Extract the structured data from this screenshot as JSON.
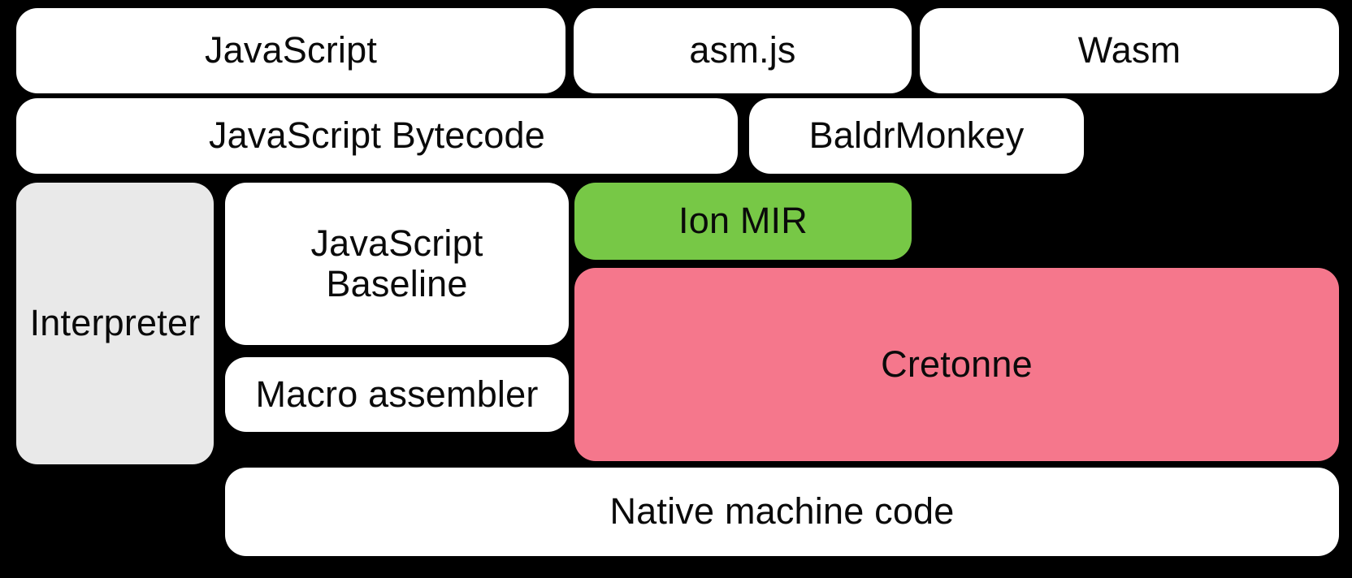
{
  "diagram": {
    "title": "SpiderMonkey compilation pipeline stack",
    "background_color": "#000000",
    "palette": {
      "white": "#ffffff",
      "gray": "#e9e9e9",
      "green": "#77c846",
      "pink": "#f5778c",
      "text": "#0a0a0a"
    },
    "rows": [
      {
        "name": "source-languages",
        "nodes": [
          {
            "id": "javascript",
            "label": "JavaScript",
            "fill": "white"
          },
          {
            "id": "asmjs",
            "label": "asm.js",
            "fill": "white"
          },
          {
            "id": "wasm",
            "label": "Wasm",
            "fill": "white"
          }
        ]
      },
      {
        "name": "front-end-representations",
        "nodes": [
          {
            "id": "js-bytecode",
            "label": "JavaScript Bytecode",
            "fill": "white"
          },
          {
            "id": "baldrmonkey",
            "label": "BaldrMonkey",
            "fill": "white"
          }
        ]
      },
      {
        "name": "execution-tiers",
        "nodes": [
          {
            "id": "interpreter",
            "label": "Interpreter",
            "fill": "gray"
          },
          {
            "id": "js-baseline",
            "label": "JavaScript\nBaseline",
            "fill": "white"
          },
          {
            "id": "ion-mir",
            "label": "Ion MIR",
            "fill": "green"
          },
          {
            "id": "cretonne",
            "label": "Cretonne",
            "fill": "pink"
          },
          {
            "id": "macro-assembler",
            "label": "Macro assembler",
            "fill": "white"
          }
        ]
      },
      {
        "name": "output",
        "nodes": [
          {
            "id": "native-code",
            "label": "Native machine code",
            "fill": "white"
          }
        ]
      }
    ]
  }
}
